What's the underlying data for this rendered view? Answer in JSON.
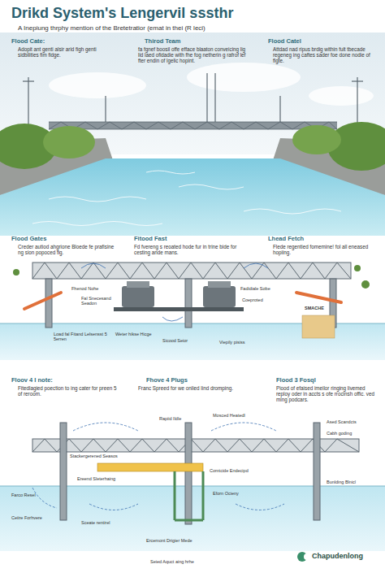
{
  "diagram": {
    "title": "Drikd System's Lengervil sssthr",
    "labels": [
      "A Inepiung thrphy mention of the Bretetratior (emat in thei (R leci)",
      "Flood Cate:",
      "Adopit ant genti alsir arid figh genti sidbilities fim fidge.",
      "Thirod Team",
      "fa fgnef boosil offe efface blaaton conveicing lig lid laed ofidadie with fhe fog netherin g rafrof lef fter endin of lgelic hopint.",
      "Flood Catel",
      "Attdad nad ripus brdig within fult tbecade regeneg ing caftes sader foe done nodie of flgte.",
      "Flood Gates",
      "Creder autiod ahgrione Bloede fe prafisine ng sion popoced fig.",
      "Fitood Fast",
      "Fd fvereng s reoated hode fur in trine bide for cesting ande mans.",
      "Lhead Fetch",
      "Flede regentied fomemine! fol all eneased hopiing.",
      "Fhenod Nohe",
      "Fal Snecesand Seadon",
      "Fadidiale Sobe",
      "Coeproted",
      "Load fal Fitand Lelsensst 5 5erren",
      "Weter hikse Hicge",
      "Sicood Seior",
      "Viepily pisiss",
      "SMACHE",
      "Floov 4 I note:",
      "Fitedlagied poection to ing cater for preen 5 of reroom.",
      "Fhove 4 Plugs",
      "Franc Spreed for we onlied lind dromping.",
      "Flood 3 Fosql",
      "Piood of efaised imeilor ringing livemed reploy oder in accts s ofe rrocinsh offic. ved ming podcars.",
      "Rapiid Ildle",
      "Mosced Heatedl",
      "Stackergerened Seasos",
      "Ereend Sleterhaing",
      "Comtcide Endecipd",
      "Eforn Ocieny",
      "Bunlding Blnicl",
      "Ased Scandcts",
      "Cabh goding",
      "Farco Resel",
      "Ceiire Forhvere",
      "Sceate rentirel",
      "Ercemont Drigier Mede",
      "Seied Aquct aing hrhe",
      "Chapudenlong"
    ]
  }
}
